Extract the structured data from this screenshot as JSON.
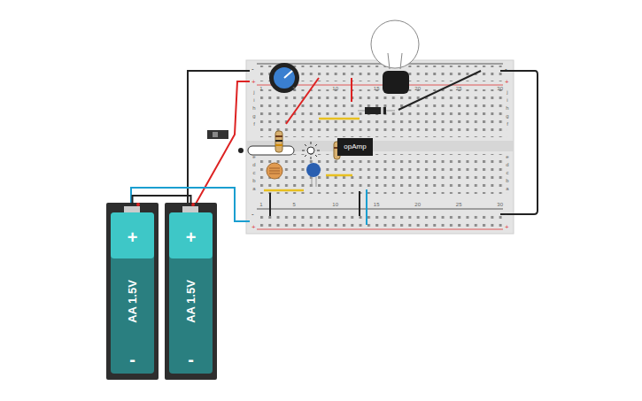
{
  "diagram": {
    "nodes": [
      {
        "text": [
          "opAmp"
        ]
      },
      {
        "text": [
          "+",
          "AA 1.5V",
          "-"
        ]
      },
      {
        "text": [
          "+",
          "AA 1.5V",
          "-"
        ]
      }
    ],
    "edges": [
      {
        "from": 1,
        "to": 2,
        "arrow": "none"
      }
    ],
    "labels": [
      "-",
      "+",
      "-",
      "+",
      "-",
      "+",
      "-",
      "+",
      "1",
      "5",
      "10",
      "15",
      "20",
      "25",
      "30",
      "1",
      "5",
      "10",
      "15",
      "20",
      "25",
      "30",
      "j",
      "i",
      "h",
      "g",
      "f",
      "e",
      "d",
      "c",
      "b",
      "a",
      "j",
      "i",
      "h",
      "g",
      "f",
      "e",
      "d",
      "c",
      "b",
      "a"
    ]
  }
}
